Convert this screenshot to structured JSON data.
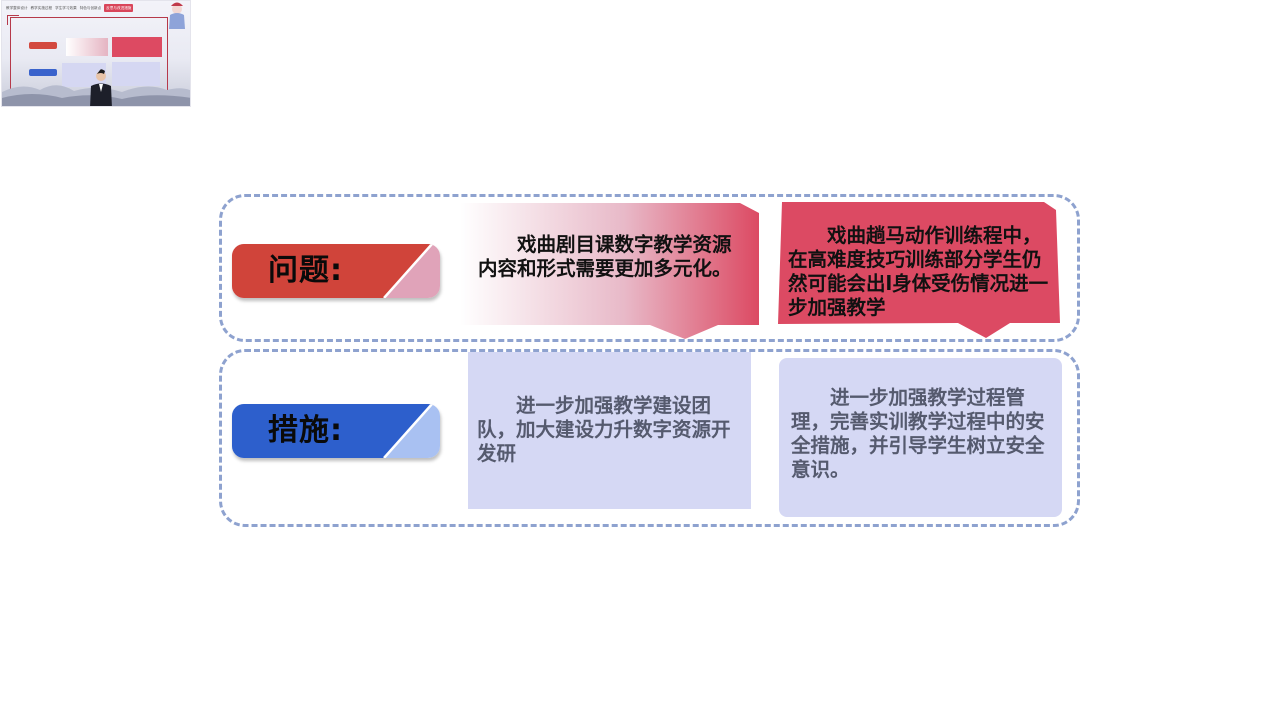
{
  "thumbnail": {
    "nav_items": [
      "教学整体设计",
      "教学实施过程",
      "学生学习效果",
      "特色与创新点",
      "反思与改进措施"
    ],
    "active_index": 4
  },
  "problem": {
    "label": "问题:",
    "card1": "戏曲剧目课数字教学资源内容和形式需要更加多元化。",
    "card2": "戏曲趟马动作训练程中，在高难度技巧训练部分学生仍然可能会出l身体受伤情况进一步加强教学"
  },
  "measure": {
    "label": "措施:",
    "card1": "进一步加强教学建设团队，加大建设力升数字资源开发研",
    "card2": "进一步加强教学过程管理，完善实训教学过程中的安全措施，并引导学生树立安全意识。"
  },
  "colors": {
    "problem_label": "#d0443a",
    "problem_label_accent": "#e0a3b9",
    "measure_label": "#2d5fcc",
    "measure_label_accent": "#a9c1f2",
    "problem_card_red": "#dc4a63",
    "measure_card": "#d5d8f4",
    "dashed_border": "#8ea2cf"
  }
}
